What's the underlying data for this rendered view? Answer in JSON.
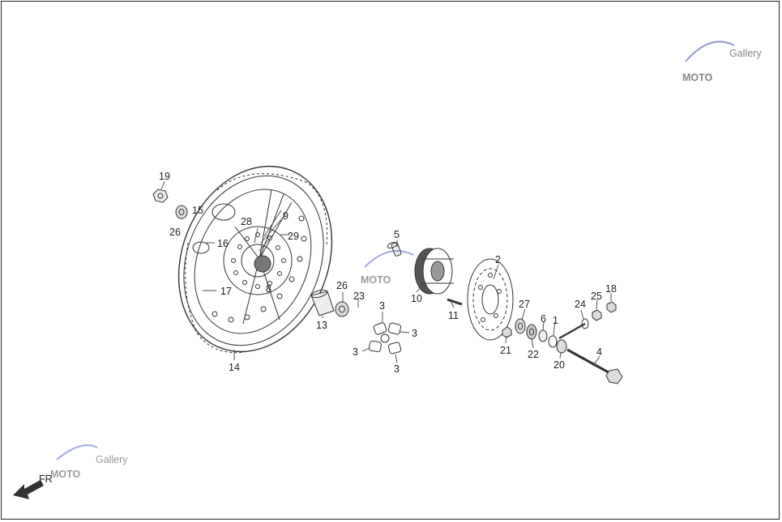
{
  "diagram": {
    "labels": {
      "p1": "1",
      "p2": "2",
      "p3a": "3",
      "p3b": "3",
      "p3c": "3",
      "p3d": "3",
      "p4": "4",
      "p5": "5",
      "p6": "6",
      "p8": "8",
      "p9": "9",
      "p10": "10",
      "p11": "11",
      "p13": "13",
      "p14": "14",
      "p15": "15",
      "p16": "16",
      "p17": "17",
      "p18": "18",
      "p19": "19",
      "p20": "20",
      "p21": "21",
      "p22": "22",
      "p23": "23",
      "p24": "24",
      "p25": "25",
      "p26a": "26",
      "p26b": "26",
      "p27": "27",
      "p28": "28",
      "p29": "29"
    },
    "direction_label": "FR",
    "watermark": {
      "text": "MOTO",
      "subtext": "Gallery"
    }
  }
}
